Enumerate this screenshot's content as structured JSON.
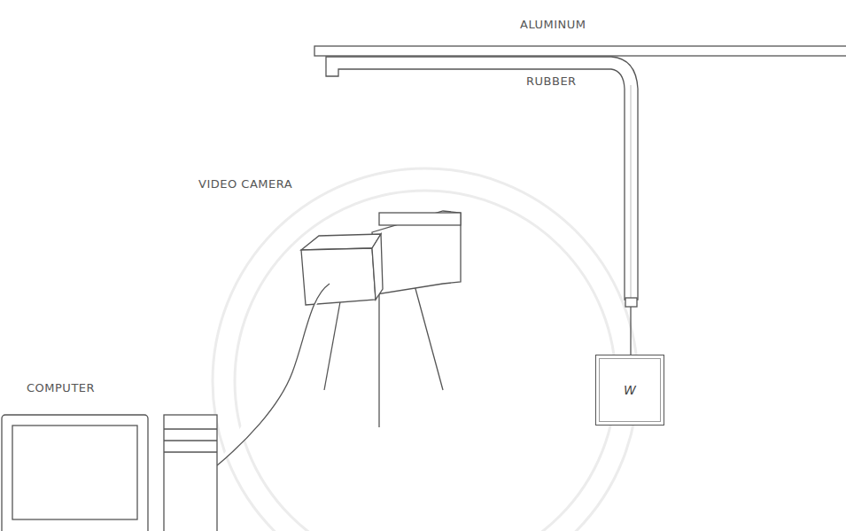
{
  "diagram": {
    "nodes": [
      {
        "text": [
          "W"
        ]
      }
    ],
    "labels": [
      "ALUMINUM",
      "RUBBER",
      "VIDEO CAMERA",
      "COMPUTER"
    ]
  }
}
